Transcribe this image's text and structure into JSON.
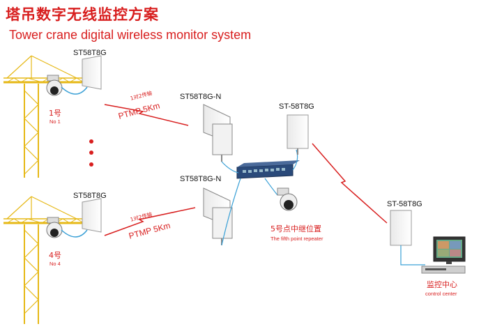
{
  "title_cn": "塔吊数字无线监控方案",
  "title_en": "Tower crane digital wireless monitor system",
  "crane1": {
    "device": "ST58T8G",
    "num_cn": "1号",
    "num_en": "No 1"
  },
  "crane4": {
    "device": "ST58T8G",
    "num_cn": "4号",
    "num_en": "No 4"
  },
  "link_top": {
    "cn": "1对2传输",
    "en": "PTMP 5Km"
  },
  "link_bottom": {
    "cn": "1对2传输",
    "en": "PTMP 5Km"
  },
  "repeater_top_label": "ST58T8G-N",
  "repeater_bottom_label": "ST58T8G-N",
  "repeater_right_label": "ST-58T8G",
  "center_antenna_label": "ST-58T8G",
  "fifth_point": {
    "cn": "5号点中继位置",
    "en": "The fifth point repeater"
  },
  "control_center": {
    "cn": "监控中心",
    "en": "control center"
  },
  "colors": {
    "red": "#d81e1e",
    "crane": "#f0c81e",
    "cable": "#3aa0d6",
    "switch": "#2a4a7a"
  }
}
